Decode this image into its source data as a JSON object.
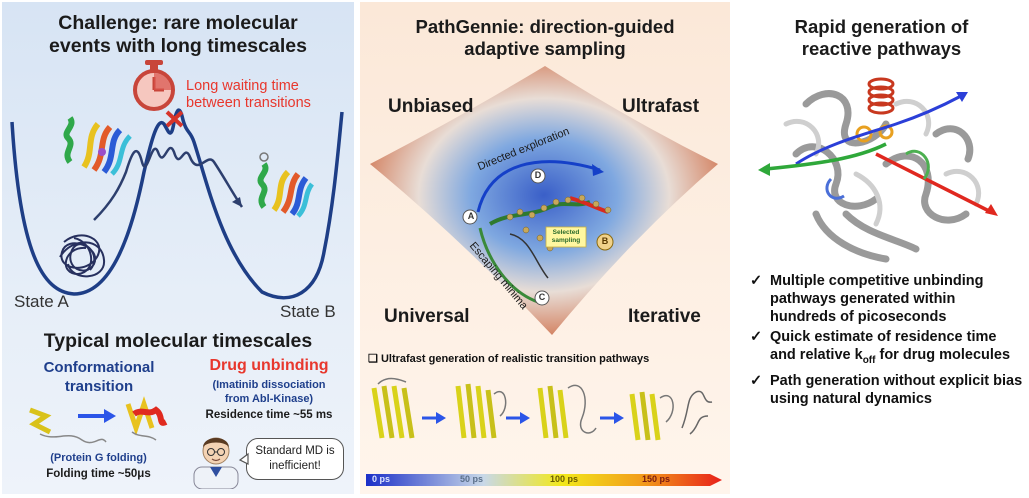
{
  "left": {
    "title_line1": "Challenge: rare molecular",
    "title_line2": "events with long timescales",
    "waiting_line1": "Long waiting time",
    "waiting_line2": "between transitions",
    "state_a": "State A",
    "state_b": "State B",
    "section_title": "Typical molecular timescales",
    "conf_line1": "Conformational",
    "conf_line2": "transition",
    "drug_title": "Drug unbinding",
    "drug_sub1": "(Imatinib dissociation",
    "drug_sub2": "from Abl-Kinase)",
    "residence": "Residence time ~55 ms",
    "protein_g": "(Protein G folding)",
    "folding_time": "Folding time ~50μs",
    "bubble_line1": "Standard MD is",
    "bubble_line2": "inefficient!"
  },
  "middle": {
    "title_line1": "PathGennie: direction-guided",
    "title_line2": "adaptive sampling",
    "corner_tl": "Unbiased",
    "corner_tr": "Ultrafast",
    "corner_bl": "Universal",
    "corner_br": "Iterative",
    "directed": "Directed exploration",
    "escaping": "Escaping minima",
    "selected": "Selected sampling",
    "node_a": "A",
    "node_b": "B",
    "node_c": "C",
    "node_d": "D",
    "checkbox_glyph": "❏",
    "pathways_caption": "Ultrafast generation of realistic transition pathways",
    "time_labels": [
      "0 ps",
      "50 ps",
      "100 ps",
      "150 ps"
    ]
  },
  "right": {
    "title_line1": "Rapid generation of",
    "title_line2": "reactive pathways",
    "check_glyph": "✓",
    "bullet1": "Multiple competitive unbinding pathways generated within hundreds of picoseconds",
    "bullet2_pre": "Quick estimate of residence time and relative k",
    "bullet2_sub": "off",
    "bullet2_post": " for drug molecules",
    "bullet3": "Path generation without explicit bias using natural dynamics"
  },
  "colors": {
    "red_text": "#e8372d",
    "blue_text": "#1f3f8c",
    "arrow_blue": "#2b55e8",
    "curve": "#1e3e86"
  }
}
